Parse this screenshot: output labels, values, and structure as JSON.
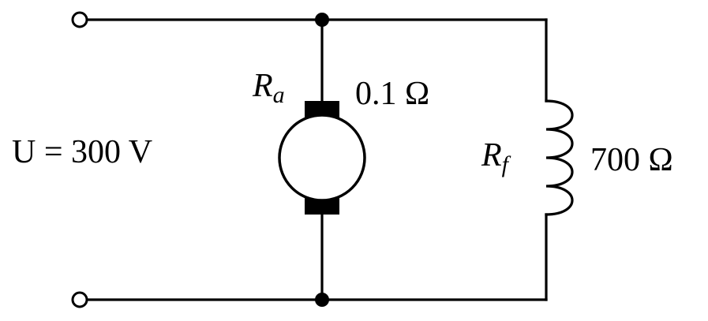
{
  "labels": {
    "supply_voltage": "U = 300 V",
    "armature_symbol": "R",
    "armature_subscript": "a",
    "armature_resistance": "0.1 Ω",
    "field_symbol": "R",
    "field_subscript": "f",
    "field_resistance": "700 Ω"
  },
  "colors": {
    "stroke": "#000000",
    "background": "#ffffff"
  }
}
